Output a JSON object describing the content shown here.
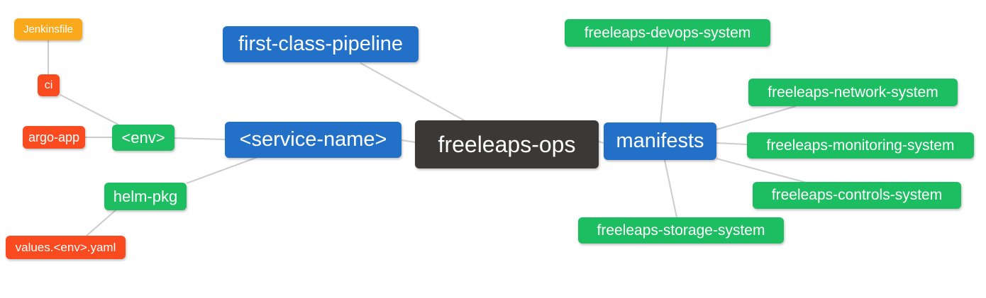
{
  "colors": {
    "orange": "#FBA91C",
    "red": "#FA4A1F",
    "green": "#1DBE62",
    "blue": "#2270C8",
    "dark": "#3B3838",
    "edge": "#CCCCCC"
  },
  "nodes": {
    "jenkinsfile": {
      "label": "Jenkinsfile",
      "color": "#FBA91C"
    },
    "ci": {
      "label": "ci",
      "color": "#FA4A1F"
    },
    "argo_app": {
      "label": "argo-app",
      "color": "#FA4A1F"
    },
    "env": {
      "label": "<env>",
      "color": "#1DBE62"
    },
    "service_name": {
      "label": "<service-name>",
      "color": "#2270C8"
    },
    "first_class_pipeline": {
      "label": "first-class-pipeline",
      "color": "#2270C8"
    },
    "freeleaps_ops": {
      "label": "freeleaps-ops",
      "color": "#3B3838"
    },
    "manifests": {
      "label": "manifests",
      "color": "#2270C8"
    },
    "devops_system": {
      "label": "freeleaps-devops-system",
      "color": "#1DBE62"
    },
    "network_system": {
      "label": "freeleaps-network-system",
      "color": "#1DBE62"
    },
    "monitoring_system": {
      "label": "freeleaps-monitoring-system",
      "color": "#1DBE62"
    },
    "controls_system": {
      "label": "freeleaps-controls-system",
      "color": "#1DBE62"
    },
    "storage_system": {
      "label": "freeleaps-storage-system",
      "color": "#1DBE62"
    },
    "helm_pkg": {
      "label": "helm-pkg",
      "color": "#1DBE62"
    },
    "values_env_yaml": {
      "label": "values.<env>.yaml",
      "color": "#FA4A1F"
    }
  },
  "edges": [
    {
      "from": "jenkinsfile",
      "to": "ci"
    },
    {
      "from": "ci",
      "to": "env"
    },
    {
      "from": "argo_app",
      "to": "env"
    },
    {
      "from": "env",
      "to": "service_name"
    },
    {
      "from": "helm_pkg",
      "to": "service_name"
    },
    {
      "from": "values_env_yaml",
      "to": "helm_pkg"
    },
    {
      "from": "service_name",
      "to": "freeleaps_ops"
    },
    {
      "from": "first_class_pipeline",
      "to": "freeleaps_ops"
    },
    {
      "from": "freeleaps_ops",
      "to": "manifests"
    },
    {
      "from": "manifests",
      "to": "devops_system"
    },
    {
      "from": "manifests",
      "to": "network_system"
    },
    {
      "from": "manifests",
      "to": "monitoring_system"
    },
    {
      "from": "manifests",
      "to": "controls_system"
    },
    {
      "from": "manifests",
      "to": "storage_system"
    }
  ]
}
